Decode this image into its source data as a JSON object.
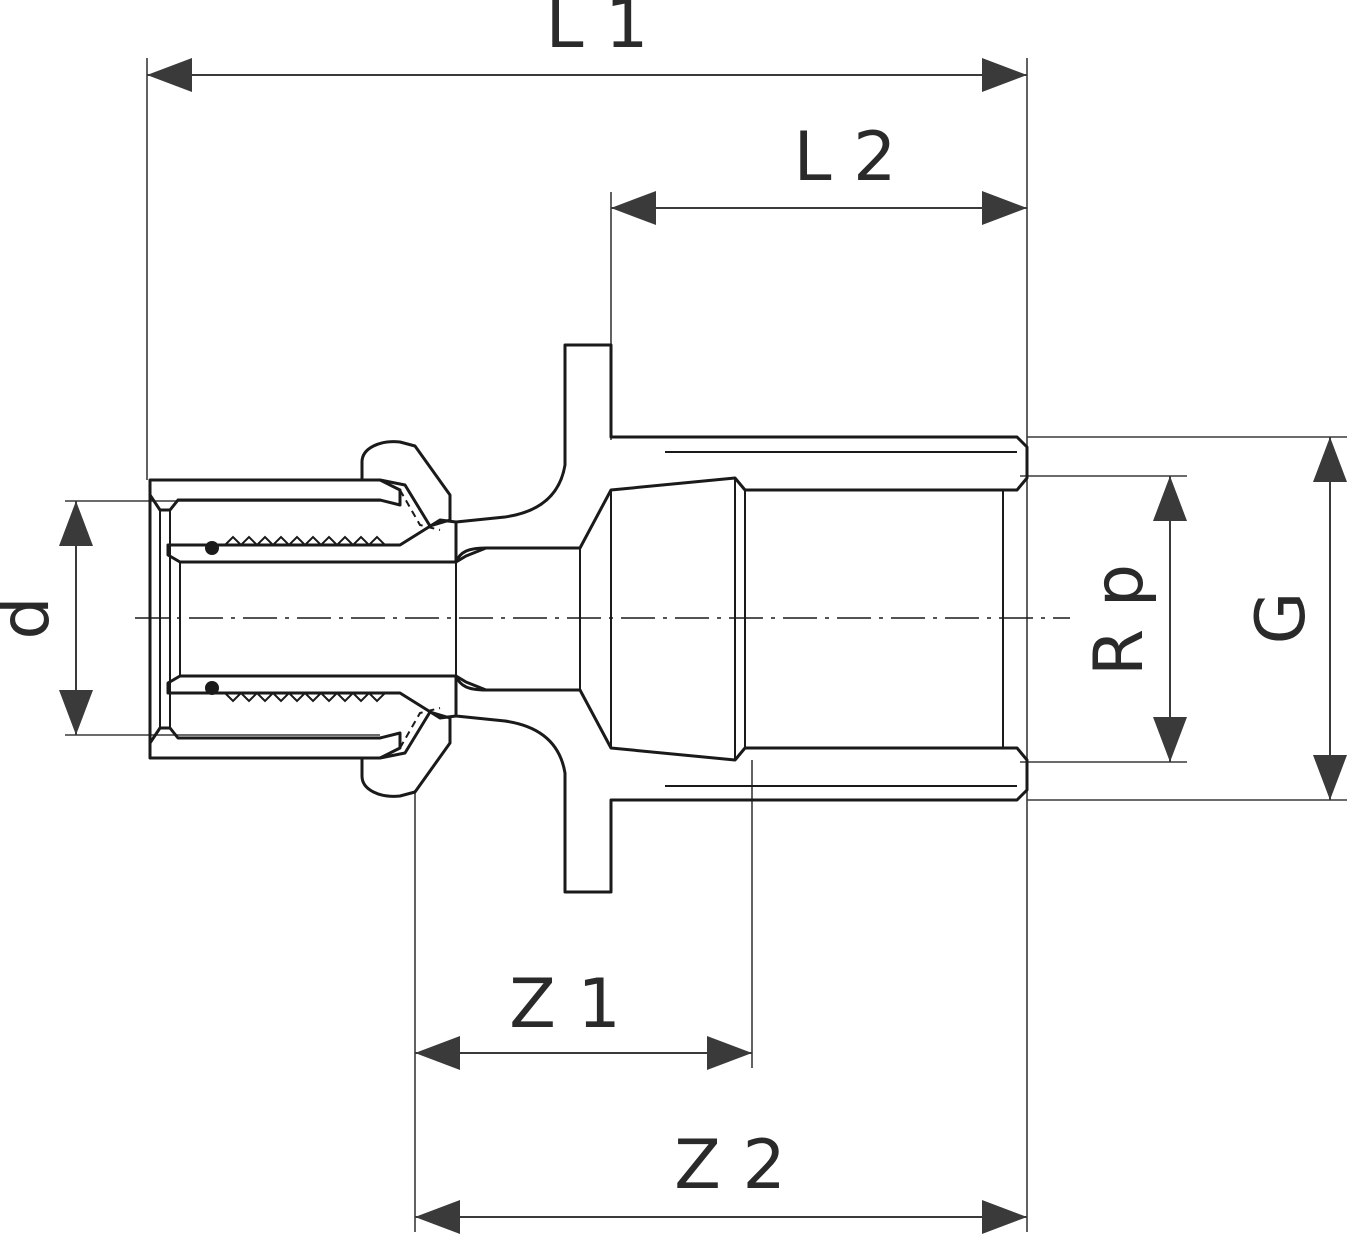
{
  "labels": {
    "L1": "L 1",
    "L2": "L 2",
    "d": "d",
    "Rp": "R p",
    "G": "G",
    "Z1": "Z 1",
    "Z2": "Z 2"
  },
  "colors": {
    "line": "#1a1a1a",
    "background": "#ffffff"
  }
}
